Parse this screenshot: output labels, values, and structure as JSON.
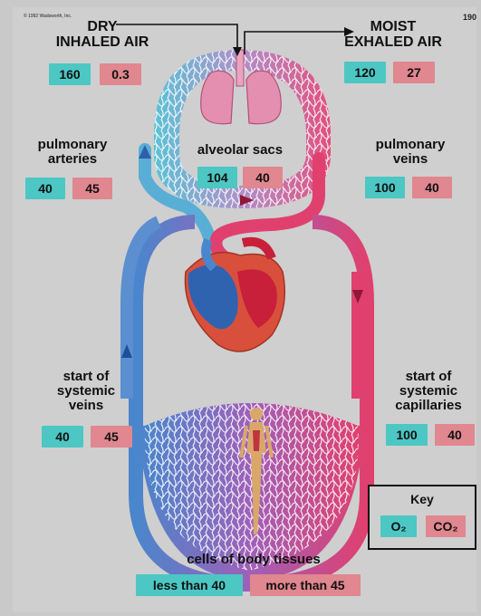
{
  "header": {
    "copyright": "© 1992 Wadsworth, Inc.",
    "page_number": "190"
  },
  "inhaled": {
    "line1": "DRY",
    "line2": "INHALED AIR",
    "o2": "160",
    "co2": "0.3"
  },
  "exhaled": {
    "line1": "MOIST",
    "line2": "EXHALED AIR",
    "o2": "120",
    "co2": "27"
  },
  "pulmonary_arteries": {
    "line1": "pulmonary",
    "line2": "arteries",
    "o2": "40",
    "co2": "45"
  },
  "alveolar_sacs": {
    "label": "alveolar sacs",
    "o2": "104",
    "co2": "40"
  },
  "pulmonary_veins": {
    "line1": "pulmonary",
    "line2": "veins",
    "o2": "100",
    "co2": "40"
  },
  "systemic_veins": {
    "line1": "start of",
    "line2": "systemic",
    "line3": "veins",
    "o2": "40",
    "co2": "45"
  },
  "systemic_capillaries": {
    "line1": "start of",
    "line2": "systemic",
    "line3": "capillaries",
    "o2": "100",
    "co2": "40"
  },
  "body_tissues": {
    "label": "cells of body tissues",
    "o2": "less than 40",
    "co2": "more than 45"
  },
  "key": {
    "title": "Key",
    "o2_label": "O₂",
    "co2_label": "CO₂"
  },
  "colors": {
    "o2": "#4cc7c4",
    "co2": "#e0878f",
    "oxygenated_blood": "#e0406e",
    "deoxygenated_blood": "#4a86cc"
  }
}
